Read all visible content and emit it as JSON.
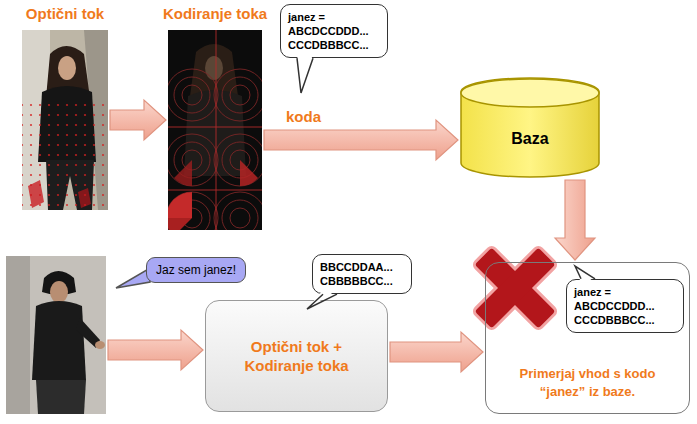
{
  "diagram": {
    "nodes": [
      {
        "text": [
          "Optični tok"
        ]
      },
      {
        "text": [
          "Kodiranje toka"
        ]
      },
      {
        "text": [
          "janez = ABCDCCDDD... CCCDBBBCC..."
        ]
      },
      {
        "text": [
          "Baza"
        ]
      },
      {
        "text": [
          "Jaz sem janez!"
        ]
      },
      {
        "text": [
          "Optični tok + Kodiranje toka"
        ]
      },
      {
        "text": [
          "BBCCDDAA... CBBBBBCC..."
        ]
      },
      {
        "text": [
          "Primerjaj vhod s kodo “janez” iz baze."
        ]
      },
      {
        "text": [
          "janez = ABCDCCDDD... CCCDBBBCC..."
        ],
        "in": 7
      }
    ],
    "edges": [
      {
        "from": 0,
        "to": 1,
        "arrow": "to"
      },
      {
        "from": 1,
        "to": 3,
        "label": "koda",
        "arrow": "to"
      },
      {
        "from": 3,
        "to": 7,
        "arrow": "to"
      },
      {
        "from": 4,
        "to": 5,
        "arrow": "to"
      },
      {
        "from": 5,
        "to": 7,
        "arrow": "to"
      }
    ]
  }
}
